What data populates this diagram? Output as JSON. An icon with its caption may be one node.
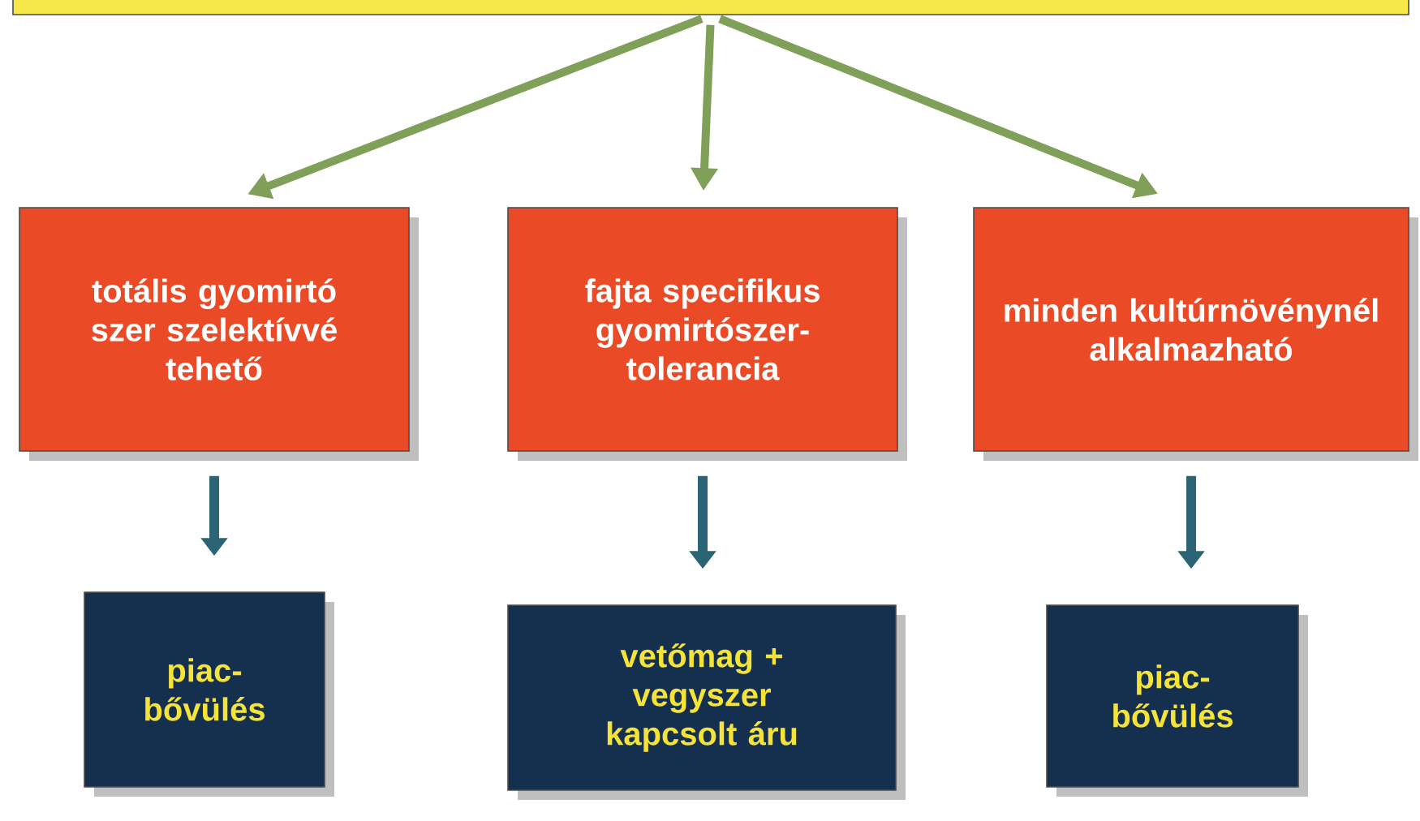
{
  "diagram": {
    "nodes": [
      {
        "text": [],
        "shape": "box"
      },
      {
        "text": [
          "totális gyomirtó szer szelektívvé tehető"
        ]
      },
      {
        "text": [
          "fajta specifikus gyomirtószer-tolerancia"
        ]
      },
      {
        "text": [
          "minden kultúrnövénynél alkalmazható"
        ]
      },
      {
        "text": [
          "piac-bővülés"
        ]
      },
      {
        "text": [
          "vetőmag + vegyszer kapcsolt áru"
        ]
      },
      {
        "text": [
          "piac-bővülés"
        ]
      }
    ],
    "edges": [
      {
        "from": 0,
        "to": 1,
        "arrow": "to",
        "color": "#809f58"
      },
      {
        "from": 0,
        "to": 2,
        "arrow": "to",
        "color": "#809f58"
      },
      {
        "from": 0,
        "to": 3,
        "arrow": "to",
        "color": "#809f58"
      },
      {
        "from": 1,
        "to": 4,
        "arrow": "to",
        "color": "#2b6474"
      },
      {
        "from": 2,
        "to": 5,
        "arrow": "to",
        "color": "#2b6474"
      },
      {
        "from": 3,
        "to": 6,
        "arrow": "to",
        "color": "#2b6474"
      }
    ]
  }
}
